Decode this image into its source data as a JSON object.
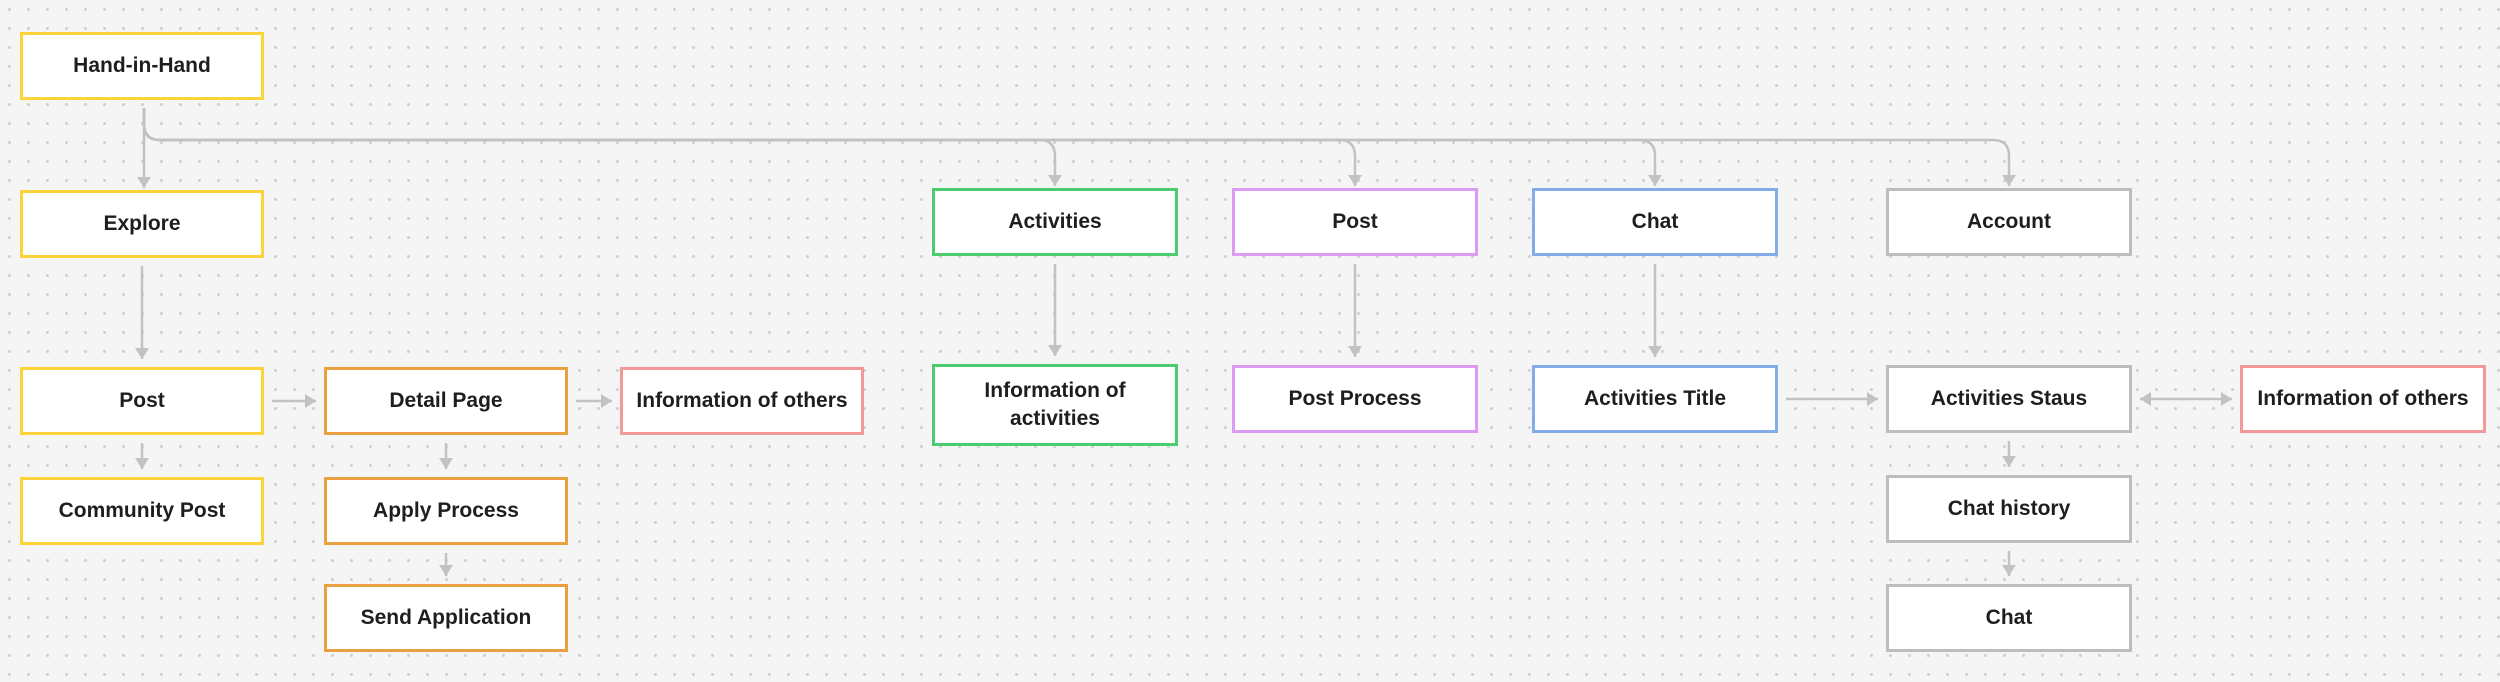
{
  "colors": {
    "yellow": "#fcd33a",
    "orange": "#e8a040",
    "salmon": "#f29a9a",
    "green": "#4ccc6e",
    "purple": "#d99cf0",
    "blue": "#82ade9",
    "gray": "#bdbdbd",
    "connector": "#c2c2c2"
  },
  "nodes": [
    {
      "id": "hand-in-hand",
      "label": "Hand-in-Hand",
      "color": "yellow"
    },
    {
      "id": "explore",
      "label": "Explore",
      "color": "yellow"
    },
    {
      "id": "post",
      "label": "Post",
      "color": "yellow"
    },
    {
      "id": "community-post",
      "label": "Community Post",
      "color": "yellow"
    },
    {
      "id": "detail-page",
      "label": "Detail Page",
      "color": "orange"
    },
    {
      "id": "apply-process",
      "label": "Apply Process",
      "color": "orange"
    },
    {
      "id": "send-application",
      "label": "Send Application",
      "color": "orange"
    },
    {
      "id": "information-of-others-1",
      "label": "Information of others",
      "color": "salmon"
    },
    {
      "id": "activities",
      "label": "Activities",
      "color": "green"
    },
    {
      "id": "information-of-activities",
      "label": "Information of activities",
      "color": "green"
    },
    {
      "id": "post-tab",
      "label": "Post",
      "color": "purple"
    },
    {
      "id": "post-process",
      "label": "Post Process",
      "color": "purple"
    },
    {
      "id": "chat-tab",
      "label": "Chat",
      "color": "blue"
    },
    {
      "id": "activities-title",
      "label": "Activities Title",
      "color": "blue"
    },
    {
      "id": "account",
      "label": "Account",
      "color": "gray"
    },
    {
      "id": "activities-staus",
      "label": "Activities Staus",
      "color": "gray"
    },
    {
      "id": "information-of-others-2",
      "label": "Information of others",
      "color": "salmon"
    },
    {
      "id": "chat-history",
      "label": "Chat history",
      "color": "gray"
    },
    {
      "id": "chat",
      "label": "Chat",
      "color": "gray"
    }
  ],
  "connections": [
    {
      "from": "hand-in-hand",
      "to": "explore"
    },
    {
      "from": "hand-in-hand",
      "to": "activities"
    },
    {
      "from": "hand-in-hand",
      "to": "post-tab"
    },
    {
      "from": "hand-in-hand",
      "to": "chat-tab"
    },
    {
      "from": "hand-in-hand",
      "to": "account"
    },
    {
      "from": "explore",
      "to": "post"
    },
    {
      "from": "post",
      "to": "community-post"
    },
    {
      "from": "post",
      "to": "detail-page"
    },
    {
      "from": "detail-page",
      "to": "information-of-others-1"
    },
    {
      "from": "detail-page",
      "to": "apply-process"
    },
    {
      "from": "apply-process",
      "to": "send-application"
    },
    {
      "from": "activities",
      "to": "information-of-activities"
    },
    {
      "from": "post-tab",
      "to": "post-process"
    },
    {
      "from": "chat-tab",
      "to": "activities-title"
    },
    {
      "from": "activities-title",
      "to": "activities-staus"
    },
    {
      "from": "activities-staus",
      "to": "information-of-others-2",
      "bidirectional": true
    },
    {
      "from": "activities-staus",
      "to": "chat-history"
    },
    {
      "from": "chat-history",
      "to": "chat"
    }
  ]
}
